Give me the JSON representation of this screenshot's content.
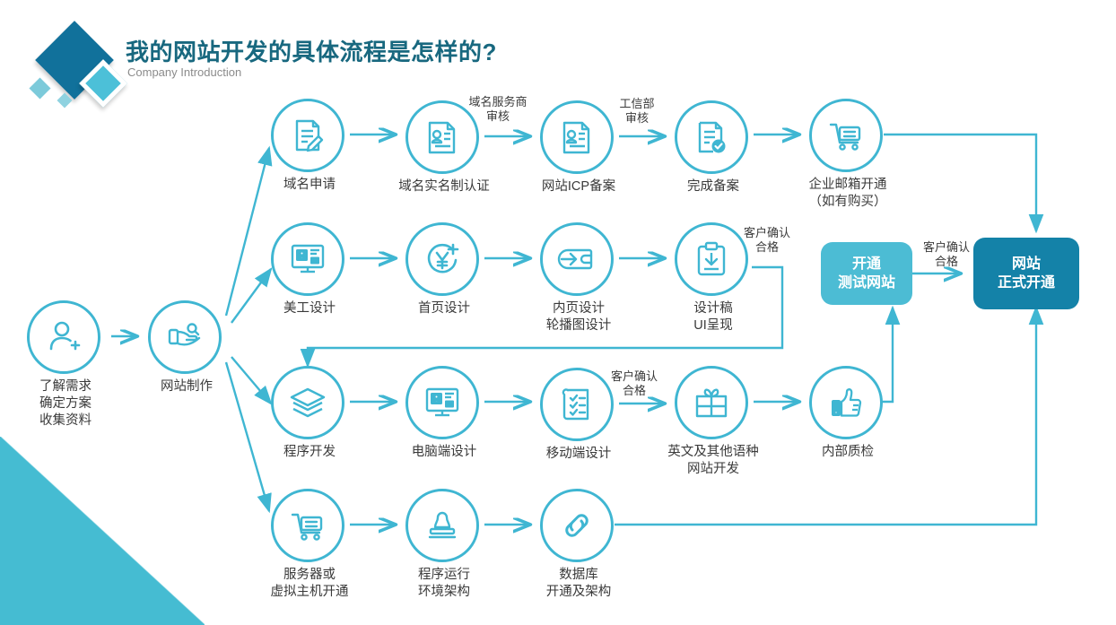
{
  "header": {
    "title": "我的网站开发的具体流程是怎样的?",
    "subtitle": "Company Introduction",
    "title_color": "#18687f",
    "logo_colors": {
      "big": "#11719b",
      "mid": "#4cc0d8",
      "small": "#7ccada"
    }
  },
  "theme": {
    "accent": "#3fb6d2",
    "accent_dark": "#1482a8",
    "accent_light": "#4cbcd4",
    "corner": "#45bcd2",
    "text": "#3a3a3a"
  },
  "start": {
    "nodes": [
      {
        "id": "requirements",
        "icon": "user-plus-icon",
        "label": "了解需求\n确定方案\n收集资料"
      },
      {
        "id": "website-production",
        "icon": "hand-holding-icon",
        "label": "网站制作"
      }
    ]
  },
  "rows": [
    {
      "id": "row-domain",
      "nodes": [
        {
          "id": "domain-apply",
          "icon": "document-edit-icon",
          "label": "域名申请"
        },
        {
          "id": "domain-realname",
          "icon": "certificate-stamp-icon",
          "label": "域名实名制认证"
        },
        {
          "id": "icp-filing",
          "icon": "certificate-stamp-icon",
          "label": "网站ICP备案"
        },
        {
          "id": "filing-done",
          "icon": "document-check-icon",
          "label": "完成备案"
        },
        {
          "id": "enterprise-mail",
          "icon": "cart-icon",
          "label": "企业邮箱开通\n（如有购买）"
        }
      ],
      "edge_labels": [
        {
          "after": "domain-realname",
          "text": "域名服务商\n审核"
        },
        {
          "after": "icp-filing",
          "text": "工信部\n审核"
        }
      ]
    },
    {
      "id": "row-design",
      "nodes": [
        {
          "id": "art-design",
          "icon": "monitor-design-icon",
          "label": "美工设计"
        },
        {
          "id": "homepage-design",
          "icon": "yuan-plus-icon",
          "label": "首页设计"
        },
        {
          "id": "inner-page-design",
          "icon": "wallet-card-icon",
          "label": "内页设计\n轮播图设计"
        },
        {
          "id": "design-draft-ui",
          "icon": "clipboard-download-icon",
          "label": "设计稿\nUI呈现"
        }
      ],
      "edge_labels": [
        {
          "after": "design-draft-ui",
          "text": "客户确认\n合格"
        }
      ]
    },
    {
      "id": "row-development",
      "nodes": [
        {
          "id": "program-development",
          "icon": "layers-icon",
          "label": "程序开发"
        },
        {
          "id": "desktop-design",
          "icon": "monitor-design-icon",
          "label": "电脑端设计"
        },
        {
          "id": "mobile-design",
          "icon": "checklist-icon",
          "label": "移动端设计"
        },
        {
          "id": "multilingual-site",
          "icon": "gift-icon",
          "label": "英文及其他语种\n网站开发"
        },
        {
          "id": "internal-qa",
          "icon": "thumbs-up-icon",
          "label": "内部质检"
        }
      ],
      "edge_labels": [
        {
          "after": "mobile-design",
          "text": "客户确认\n合格"
        }
      ]
    },
    {
      "id": "row-infra",
      "nodes": [
        {
          "id": "server-host",
          "icon": "cart-icon",
          "label": "服务器或\n虚拟主机开通"
        },
        {
          "id": "runtime-env",
          "icon": "stamp-icon",
          "label": "程序运行\n环境架构"
        },
        {
          "id": "database-setup",
          "icon": "link-chain-icon",
          "label": "数据库\n开通及架构"
        }
      ],
      "edge_labels": []
    }
  ],
  "boxes": [
    {
      "id": "test-site",
      "label": "开通\n测试网站",
      "color": "#4cbcd4"
    },
    {
      "id": "live-site",
      "label": "网站\n正式开通",
      "color": "#1482a8"
    }
  ],
  "box_edge_label": {
    "text": "客户确认\n合格"
  }
}
